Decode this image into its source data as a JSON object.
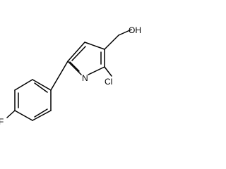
{
  "molecule": {
    "atoms": {
      "fluorine": "F",
      "nitrogen": "N",
      "chlorine": "Cl",
      "hydroxyl": "OH"
    }
  }
}
